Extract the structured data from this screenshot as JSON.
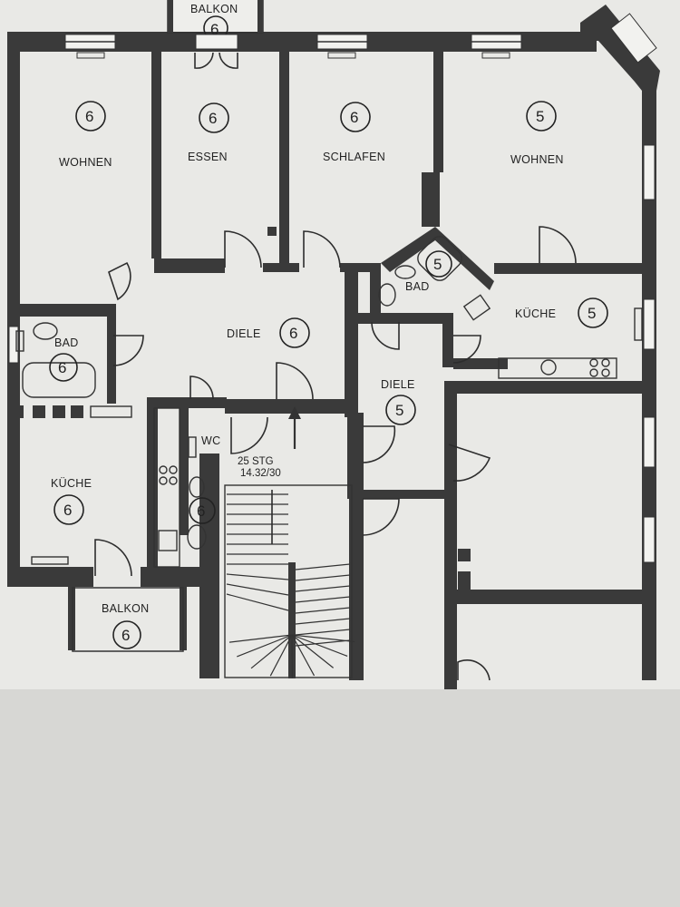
{
  "plan": {
    "rooms": [
      {
        "id": "balkon-top",
        "name": "BALKON",
        "unit": "6"
      },
      {
        "id": "wohnen-left",
        "name": "WOHNEN",
        "unit": "6"
      },
      {
        "id": "essen",
        "name": "ESSEN",
        "unit": "6"
      },
      {
        "id": "schlafen",
        "name": "SCHLAFEN",
        "unit": "6"
      },
      {
        "id": "wohnen-right",
        "name": "WOHNEN",
        "unit": "5"
      },
      {
        "id": "bad-right",
        "name": "BAD",
        "unit": "5"
      },
      {
        "id": "kueche-right",
        "name": "KÜCHE",
        "unit": "5"
      },
      {
        "id": "diele-left",
        "name": "DIELE",
        "unit": "6"
      },
      {
        "id": "bad-left",
        "name": "BAD",
        "unit": "6"
      },
      {
        "id": "diele-right",
        "name": "DIELE",
        "unit": "5"
      },
      {
        "id": "wc",
        "name": "WC",
        "unit": "6"
      },
      {
        "id": "kueche-left",
        "name": "KÜCHE",
        "unit": "6"
      },
      {
        "id": "balkon-bottom",
        "name": "BALKON",
        "unit": "6"
      }
    ],
    "staircase": {
      "steps": "25 STG",
      "dimensions": "14.32/30"
    }
  },
  "colors": {
    "wall": "#3a3a3a",
    "paper": "#e8e8e5",
    "background": "#d9d9d6",
    "ink": "#222222"
  }
}
